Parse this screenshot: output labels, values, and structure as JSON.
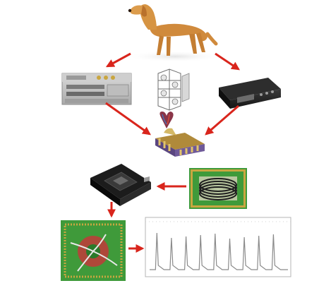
{
  "diagram": {
    "nodes": [
      {
        "id": "dog",
        "icon": "dog-icon"
      },
      {
        "id": "console",
        "icon": "lab-console-icon"
      },
      {
        "id": "scaffold",
        "icon": "tissue-scaffold-icon"
      },
      {
        "id": "controller",
        "icon": "digital-controller-icon"
      },
      {
        "id": "heart",
        "icon": "heart-icon"
      },
      {
        "id": "tissue-block",
        "icon": "tissue-block-icon"
      },
      {
        "id": "chip-socket",
        "icon": "chip-socket-icon"
      },
      {
        "id": "coil-chip",
        "icon": "coil-chip-icon"
      },
      {
        "id": "mea-chip",
        "icon": "microelectrode-array-icon"
      },
      {
        "id": "trace",
        "icon": "signal-trace-icon"
      }
    ],
    "arrows": [
      {
        "from": "dog",
        "to": "console"
      },
      {
        "from": "dog",
        "to": "controller"
      },
      {
        "from": "console",
        "to": "tissue-block"
      },
      {
        "from": "controller",
        "to": "tissue-block"
      },
      {
        "from": "coil-chip",
        "to": "chip-socket"
      },
      {
        "from": "chip-socket",
        "to": "mea-chip"
      },
      {
        "from": "mea-chip",
        "to": "trace"
      }
    ],
    "colors": {
      "arrow": "#d9251c",
      "dog_coat": "#d08a3c",
      "pcb_green": "#3f9a3a",
      "gold": "#c9a640",
      "trace_line": "#8a8a8a"
    }
  },
  "trace": {
    "spike_count": 9
  }
}
